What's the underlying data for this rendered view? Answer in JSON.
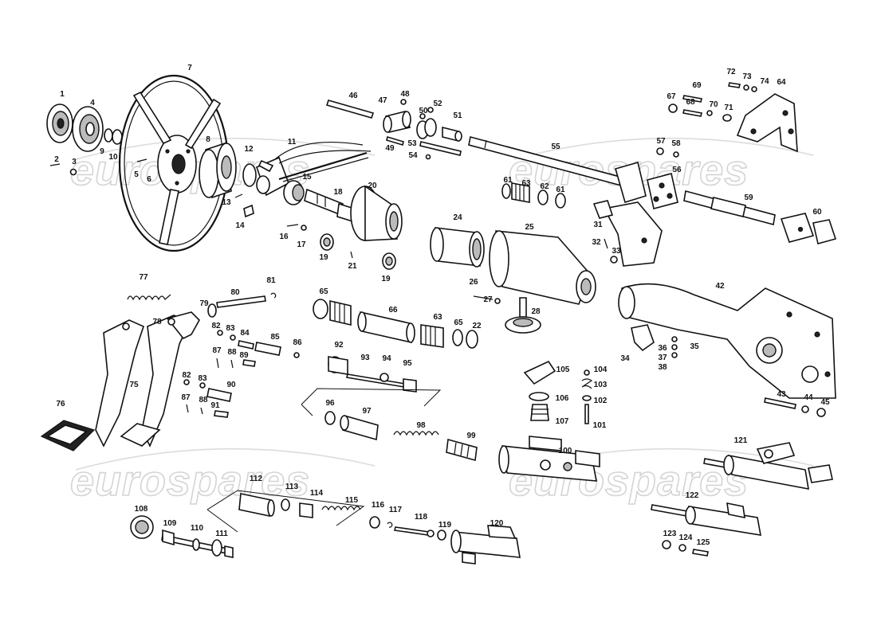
{
  "watermark": "eurospares",
  "callouts": [
    "1",
    "2",
    "3",
    "4",
    "5",
    "6",
    "7",
    "8",
    "9",
    "10",
    "11",
    "12",
    "13",
    "14",
    "15",
    "16",
    "17",
    "18",
    "19",
    "19",
    "20",
    "21",
    "22",
    "24",
    "25",
    "26",
    "27",
    "28",
    "31",
    "32",
    "33",
    "34",
    "35",
    "36",
    "37",
    "38",
    "42",
    "43",
    "44",
    "45",
    "46",
    "47",
    "48",
    "49",
    "50",
    "51",
    "52",
    "53",
    "54",
    "55",
    "56",
    "57",
    "58",
    "59",
    "60",
    "61",
    "61",
    "62",
    "63",
    "63",
    "64",
    "65",
    "65",
    "66",
    "67",
    "68",
    "69",
    "70",
    "71",
    "72",
    "73",
    "74",
    "75",
    "76",
    "77",
    "78",
    "79",
    "80",
    "81",
    "82",
    "82",
    "83",
    "83",
    "84",
    "85",
    "86",
    "87",
    "87",
    "88",
    "88",
    "89",
    "90",
    "91",
    "92",
    "93",
    "94",
    "95",
    "96",
    "97",
    "98",
    "99",
    "100",
    "101",
    "102",
    "103",
    "104",
    "105",
    "106",
    "107",
    "108",
    "109",
    "110",
    "111",
    "112",
    "113",
    "114",
    "115",
    "116",
    "117",
    "118",
    "119",
    "120",
    "121",
    "122",
    "123",
    "124",
    "125"
  ]
}
